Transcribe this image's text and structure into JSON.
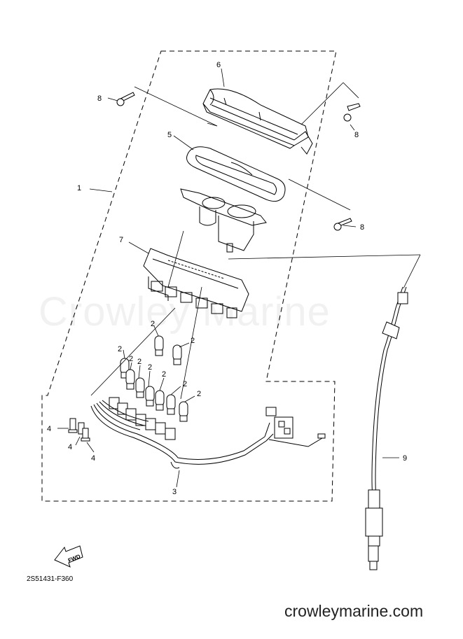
{
  "watermark": "Crowley Marine",
  "drawing_code": "2S51431-F360",
  "site_url": "crowleymarine.com",
  "fwd_label": "FWD",
  "callouts": {
    "c1": "1",
    "c2a": "2",
    "c2b": "2",
    "c2c": "2",
    "c2d": "2",
    "c2e": "2",
    "c2f": "2",
    "c2g": "2",
    "c2h": "2",
    "c2i": "2",
    "c3": "3",
    "c4a": "4",
    "c4b": "4",
    "c4c": "4",
    "c5": "5",
    "c6": "6",
    "c7": "7",
    "c8a": "8",
    "c8b": "8",
    "c8c": "8",
    "c9": "9"
  }
}
